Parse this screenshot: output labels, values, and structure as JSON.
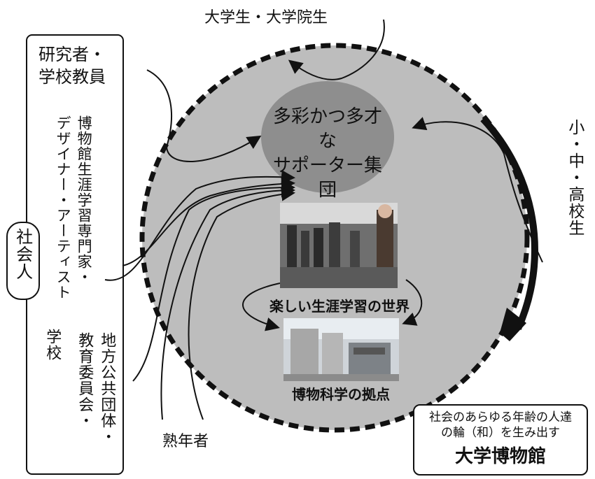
{
  "nodes": {
    "university_students": "大学生・大学院生",
    "researchers": "研究者・\n学校教員",
    "museum_experts": "博物館生涯学習専門家・",
    "designers_artists": "デザイナー・アーティスト",
    "working_adults": "社会人",
    "local_government": "地方公共団体・",
    "education_board": "教育委員会・",
    "schools": "学校",
    "seniors": "熟年者",
    "k12_students": "小・中・高校生"
  },
  "center": {
    "supporters": "多彩かつ多才な\nサポーター集団",
    "learning_world": "楽しい生涯学習の世界",
    "museum_base": "博物科学の拠点"
  },
  "title": {
    "line1": "社会のあらゆる年齢の人達\nの輪（和）を生み出す",
    "line2": "大学博物館"
  },
  "colors": {
    "circle_fill": "#bdbdbd",
    "oval_fill": "#8e8e8e",
    "stroke": "#111111"
  }
}
